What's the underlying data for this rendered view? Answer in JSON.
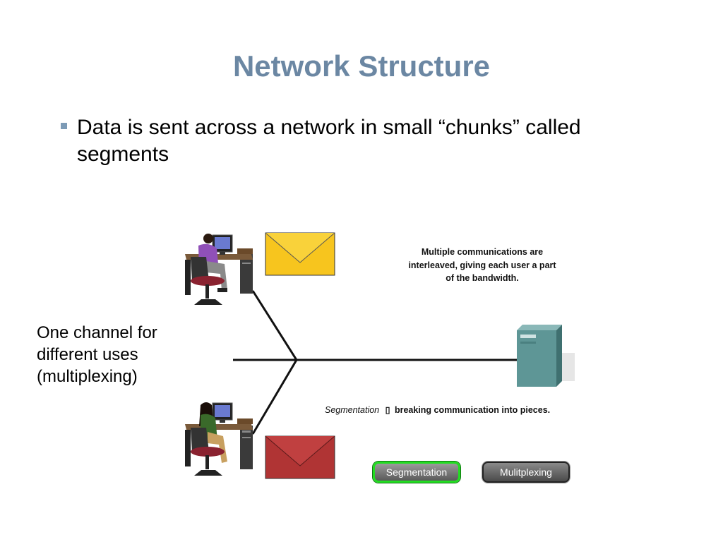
{
  "slide": {
    "title": "Network Structure",
    "bullets": [
      "Data is sent across a network in small “chunks” called segments"
    ]
  },
  "diagram": {
    "side_label_lines": [
      "One channel for",
      "different uses",
      "(multiplexing)"
    ],
    "note_lines": [
      "Multiple communications are",
      "interleaved, giving each user a part",
      "of the bandwidth."
    ],
    "segmentation_term": "Segmentation",
    "segmentation_separator": "▯",
    "segmentation_definition": "breaking communication into pieces.",
    "envelope_colors": {
      "top": "#f7c51e",
      "bottom": "#b03434"
    },
    "server_color": "#5e9696"
  },
  "buttons": {
    "segmentation": "Segmentation",
    "multiplexing": "Mulitplexing"
  }
}
